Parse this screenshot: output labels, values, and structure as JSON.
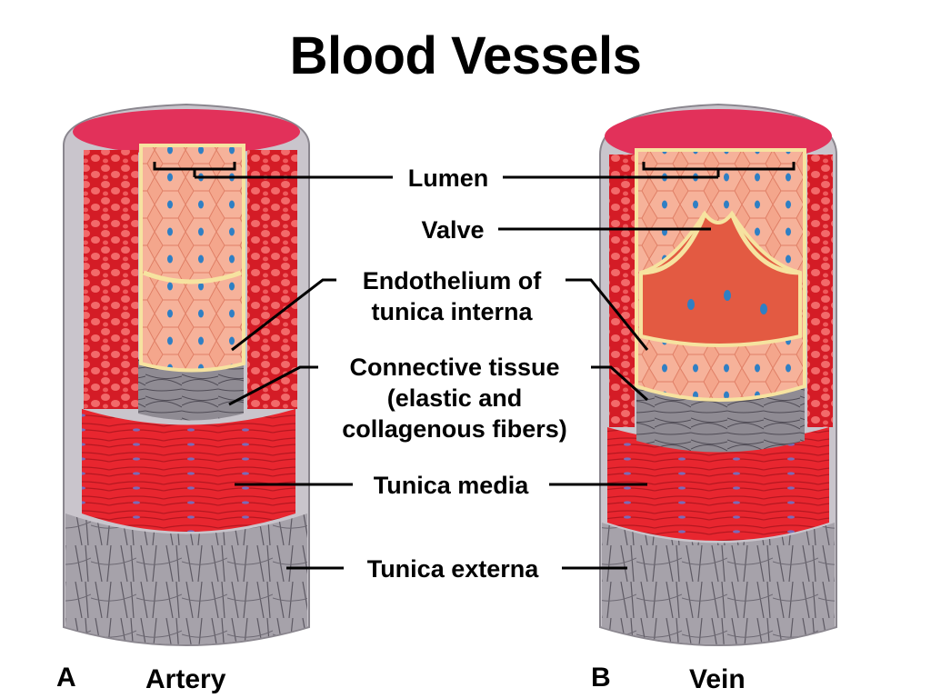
{
  "title": "Blood Vessels",
  "labels": {
    "lumen": "Lumen",
    "valve": "Valve",
    "endothelium_line1": "Endothelium of",
    "endothelium_line2": "tunica interna",
    "connective_line1": "Connective tissue",
    "connective_line2": "(elastic and",
    "connective_line3": "collagenous fibers)",
    "tunica_media": "Tunica media",
    "tunica_externa": "Tunica externa"
  },
  "panels": [
    {
      "letter": "A",
      "name": "Artery"
    },
    {
      "letter": "B",
      "name": "Vein"
    }
  ],
  "colors": {
    "muscle_red": "#e8262f",
    "endothelium_pink": "#f3a088",
    "nucleus_blue": "#2f7fc4",
    "connective_gray": "#8e8a92",
    "externa_gray": "#a29ea6",
    "elastic_cream": "#f6e3a0"
  }
}
